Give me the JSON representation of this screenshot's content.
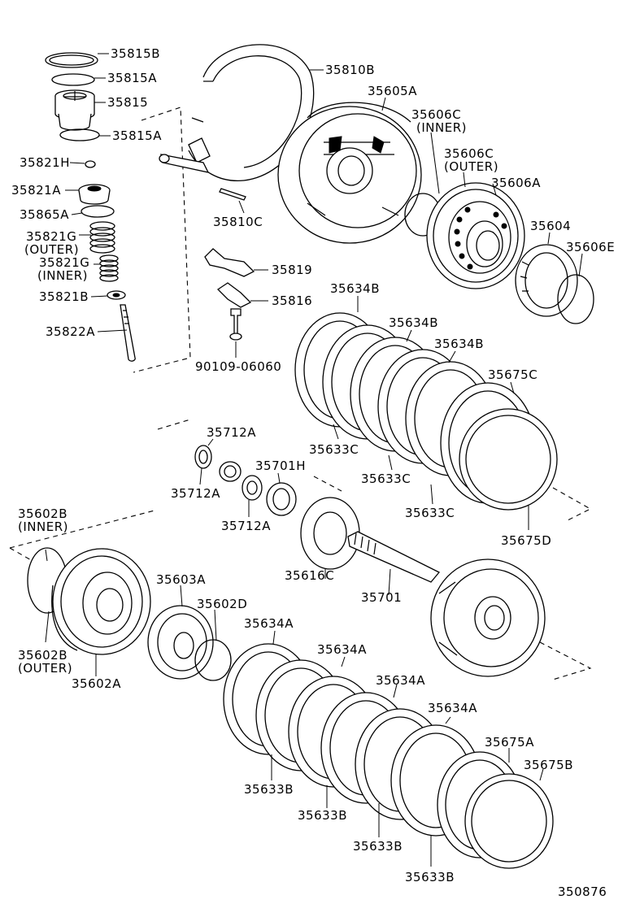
{
  "labels": {
    "p35815B": "35815B",
    "p35815A_top": "35815A",
    "p35815": "35815",
    "p35815A_bot": "35815A",
    "p35821H": "35821H",
    "p35821A": "35821A",
    "p35865A": "35865A",
    "p35821G_outer": "35821G",
    "p35821G_outer_note": "(OUTER)",
    "p35821G_inner": "35821G",
    "p35821G_inner_note": "(INNER)",
    "p35821B": "35821B",
    "p35822A": "35822A",
    "p35810B": "35810B",
    "p35810C": "35810C",
    "p35605A": "35605A",
    "p35606C_inner": "35606C",
    "p35606C_inner_note": "(INNER)",
    "p35606C_outer": "35606C",
    "p35606C_outer_note": "(OUTER)",
    "p35606A": "35606A",
    "p35604": "35604",
    "p35606E": "35606E",
    "p35819": "35819",
    "p35816": "35816",
    "p90109": "90109-06060",
    "p35634B_1": "35634B",
    "p35634B_2": "35634B",
    "p35634B_3": "35634B",
    "p35675C": "35675C",
    "p35633C_1": "35633C",
    "p35633C_2": "35633C",
    "p35633C_3": "35633C",
    "p35675D": "35675D",
    "p35712A_1": "35712A",
    "p35712A_2": "35712A",
    "p35712A_3": "35712A",
    "p35701H": "35701H",
    "p35616C": "35616C",
    "p35701": "35701",
    "p35602B_inner": "35602B",
    "p35602B_inner_note": "(INNER)",
    "p35602B_outer": "35602B",
    "p35602B_outer_note": "(OUTER)",
    "p35602A": "35602A",
    "p35603A": "35603A",
    "p35602D": "35602D",
    "p35634A_1": "35634A",
    "p35634A_2": "35634A",
    "p35634A_3": "35634A",
    "p35634A_4": "35634A",
    "p35675A": "35675A",
    "p35675B": "35675B",
    "p35633B_1": "35633B",
    "p35633B_2": "35633B",
    "p35633B_3": "35633B",
    "p35633B_4": "35633B",
    "diagram_id": "350876"
  }
}
